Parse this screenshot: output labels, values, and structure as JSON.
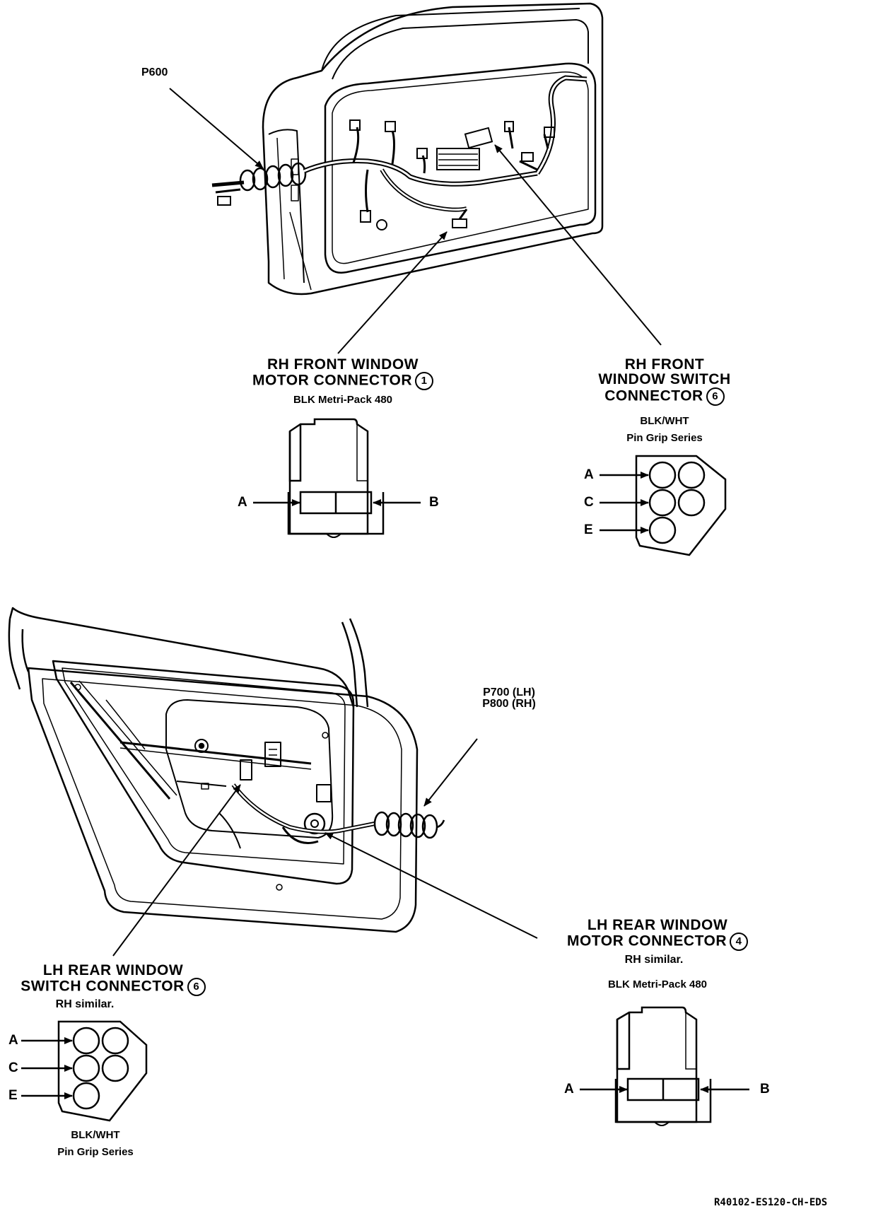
{
  "labels": {
    "p600": "P600",
    "p700": "P700 (LH)",
    "p800": "P800 (RH)"
  },
  "rh_front_motor": {
    "line1": "RH FRONT WINDOW",
    "line2": "MOTOR CONNECTOR",
    "number": "1",
    "spec": "BLK Metri-Pack 480",
    "pins": [
      "A",
      "B"
    ]
  },
  "rh_front_switch": {
    "line1": "RH FRONT",
    "line2": "WINDOW SWITCH",
    "line3": "CONNECTOR",
    "number": "6",
    "color": "BLK/WHT",
    "series": "Pin Grip Series",
    "pins": [
      "A",
      "C",
      "E"
    ]
  },
  "lh_rear_switch": {
    "line1": "LH REAR WINDOW",
    "line2": "SWITCH CONNECTOR",
    "number": "6",
    "note": "RH similar.",
    "color": "BLK/WHT",
    "series": "Pin Grip Series",
    "pins": [
      "A",
      "C",
      "E"
    ]
  },
  "lh_rear_motor": {
    "line1": "LH REAR WINDOW",
    "line2": "MOTOR CONNECTOR",
    "number": "4",
    "note": "RH similar.",
    "spec": "BLK Metri-Pack 480",
    "pins": [
      "A",
      "B"
    ]
  },
  "figure_code": "R40102-ES120-CH-EDS"
}
